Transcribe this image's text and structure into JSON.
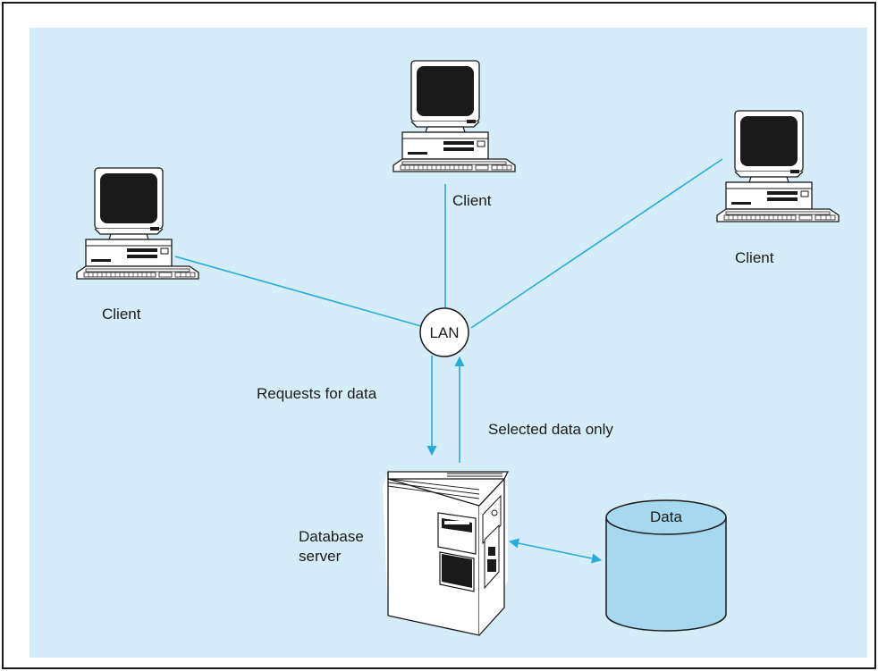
{
  "nodes": {
    "client_left": "Client",
    "client_top": "Client",
    "client_right": "Client",
    "lan": "LAN",
    "database_server_line1": "Database",
    "database_server_line2": "server",
    "data_store": "Data"
  },
  "edges": {
    "requests": "Requests for data",
    "selected": "Selected data only"
  },
  "colors": {
    "background": "#d4edf8",
    "connector": "#29abd9",
    "cylinder_fill": "#a6d8ef",
    "line": "#1a1a1a"
  }
}
